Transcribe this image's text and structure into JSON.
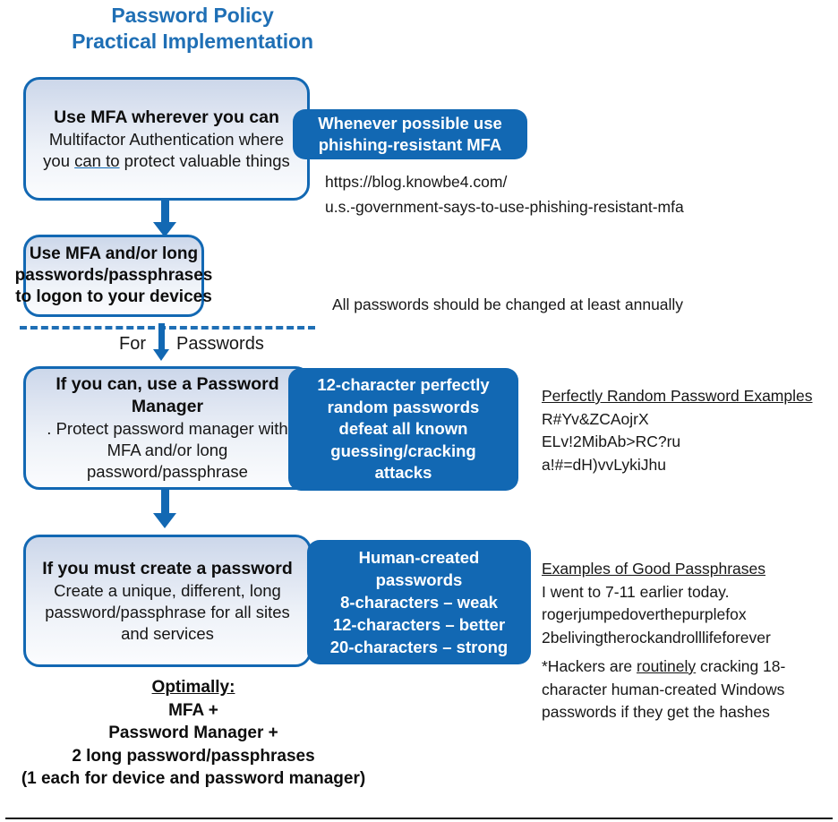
{
  "title": {
    "line1": "Password Policy",
    "line2": "Practical Implementation"
  },
  "colors": {
    "brand_blue": "#1268B3",
    "title_blue": "#1F6FB5",
    "box_fill_top": "#ccd7ea",
    "box_fill_bottom": "#fbfcfe",
    "text": "#171717"
  },
  "steps": [
    {
      "heading": "Use MFA wherever you can",
      "body_pre": "Multifactor Authentication where you ",
      "body_underlined": "can to",
      "body_post": " protect valuable things"
    },
    {
      "heading": "Use MFA and/or long passwords/passphrases to logon to your devices"
    },
    {
      "heading": "If you can, use a Password Manager",
      "body": ". Protect password manager with MFA and/or long password/passphrase"
    },
    {
      "heading": "If you must create a password",
      "body": "Create a unique, different, long password/passphrase for all sites and services"
    }
  ],
  "callouts": [
    {
      "line1": "Whenever possible use",
      "line2": "phishing-resistant MFA"
    },
    {
      "line1": "12-character perfectly",
      "line2": "random passwords",
      "line3": "defeat all known",
      "line4": "guessing/cracking",
      "line5": "attacks"
    },
    {
      "line1": "Human-created",
      "line2": "passwords",
      "line3": "8-characters – weak",
      "line4": "12-characters – better",
      "line5": "20-characters –  strong"
    }
  ],
  "notes": {
    "source_url_line1": "https://blog.knowbe4.com/",
    "source_url_line2": "u.s.-government-says-to-use-phishing-resistant-mfa",
    "annual_rotation": "All passwords should be changed at least annually",
    "random_examples": {
      "header": "Perfectly Random Password Examples",
      "items": [
        "R#Yv&ZCAojrX",
        "ELv!2MibAb>RC?ru",
        "a!#=dH)vvLykiJhu"
      ]
    },
    "passphrase_examples": {
      "header": "Examples of Good Passphrases",
      "items": [
        "I went to 7-11 earlier today.",
        "rogerjumpedoverthepurplefox",
        "2belivingtherockandrolllifeforever"
      ]
    },
    "hacker_warning": {
      "pre": "*Hackers are ",
      "underlined": "routinely",
      "post": " cracking 18-character human-created Windows passwords if they get the hashes"
    }
  },
  "divider_label": {
    "left": "For",
    "right": "Passwords"
  },
  "optimally": {
    "title": "Optimally:",
    "lines": [
      "MFA +",
      "Password Manager  +",
      "2 long password/passphrases",
      "(1 each for device and password manager)"
    ]
  }
}
